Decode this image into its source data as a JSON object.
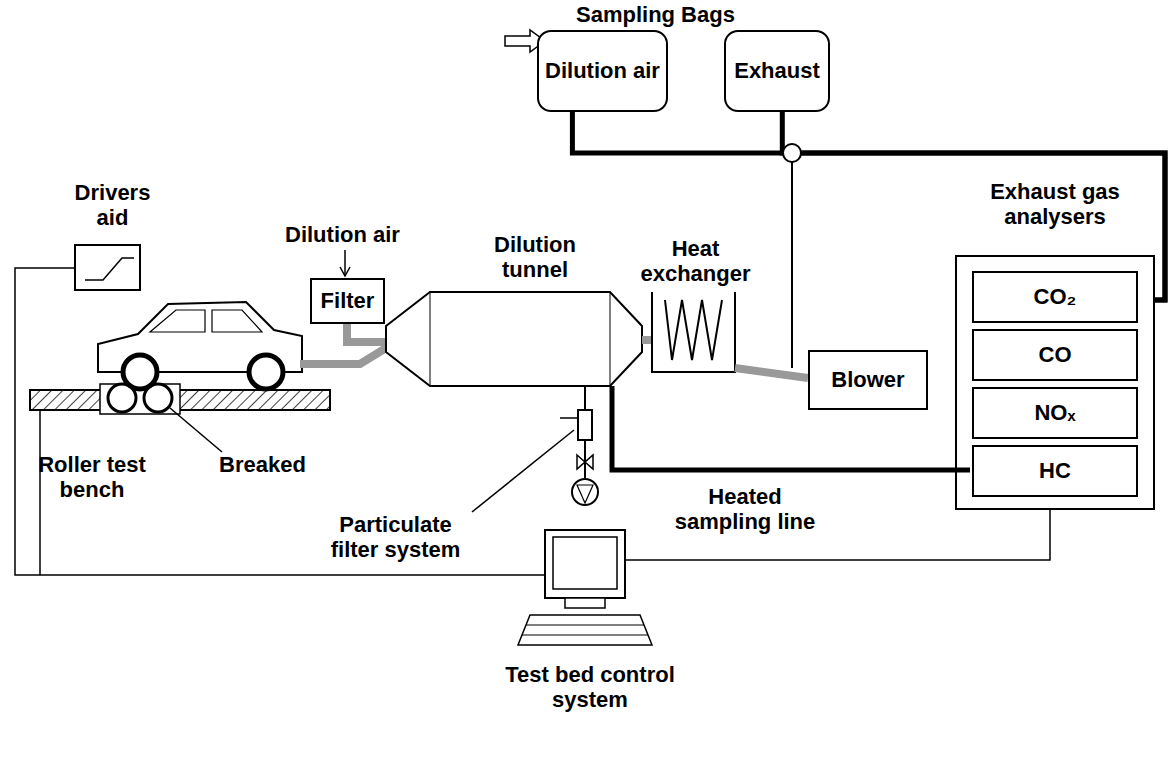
{
  "diagram": {
    "nodes": [
      {
        "text": [
          "Dilution air"
        ]
      },
      {
        "text": [
          "Exhaust"
        ]
      },
      {
        "text": [
          "Filter"
        ]
      },
      {
        "text": [
          "Blower"
        ]
      },
      {
        "text": [
          "Exhaust gas analysers"
        ]
      },
      {
        "text": [
          "CO₂"
        ],
        "in": 4
      },
      {
        "text": [
          "CO"
        ],
        "in": 4
      },
      {
        "text": [
          "NOₓ"
        ],
        "in": 4
      },
      {
        "text": [
          "HC"
        ],
        "in": 4
      }
    ],
    "edges": [
      {
        "from": 0,
        "to": 4,
        "arrow": "none"
      },
      {
        "from": 1,
        "to": 4,
        "arrow": "none"
      }
    ],
    "labels": [
      "Sampling Bags",
      "Drivers aid",
      "Dilution air",
      "Dilution tunnel",
      "Heat exchanger",
      "Roller test bench",
      "Breaked",
      "Particulate filter system",
      "Heated sampling line",
      "Test bed control system"
    ]
  }
}
